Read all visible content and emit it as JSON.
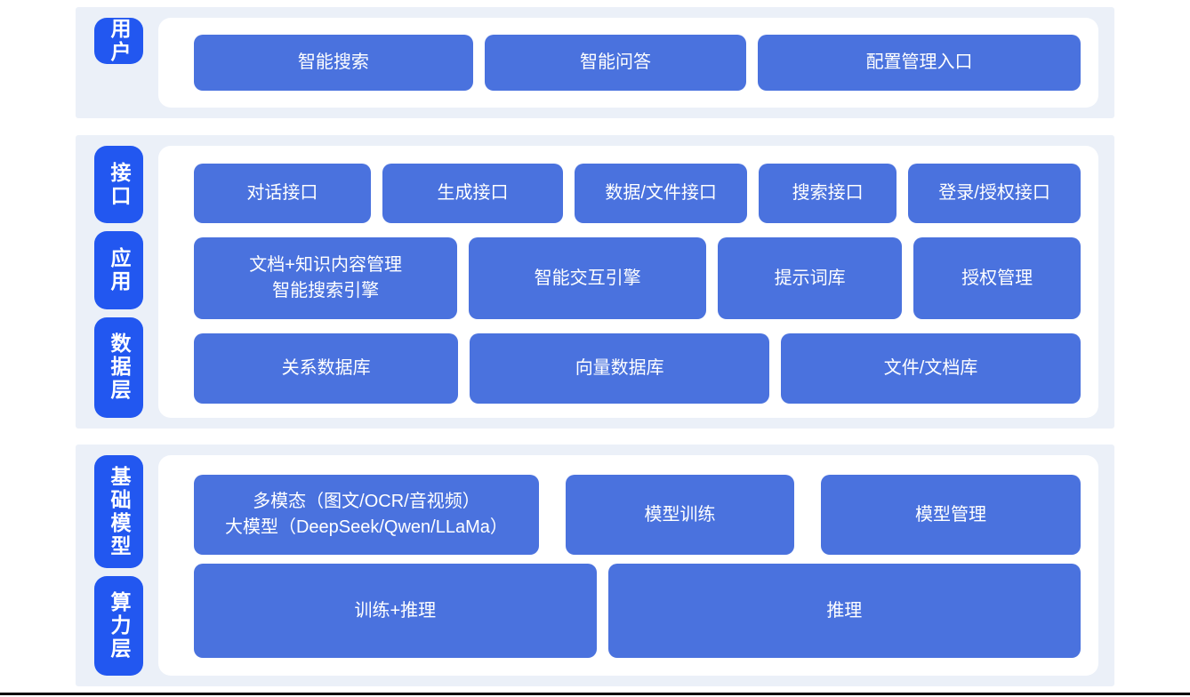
{
  "colors": {
    "page_bg": "#ffffff",
    "band_bg": "#ebf0f8",
    "label_bg": "#2257f0",
    "box_bg": "#4a72de",
    "box_text": "#ffffff",
    "rule_color": "#0c0c0c"
  },
  "sections": [
    {
      "labels": [
        {
          "text": "用户"
        }
      ],
      "rows": [
        {
          "boxes": [
            {
              "text": "智能搜索"
            },
            {
              "text": "智能问答"
            },
            {
              "text": "配置管理入口"
            }
          ]
        }
      ]
    },
    {
      "labels": [
        {
          "text": "接口"
        },
        {
          "text": "应用"
        },
        {
          "text": "数据层"
        }
      ],
      "rows": [
        {
          "boxes": [
            {
              "text": "对话接口"
            },
            {
              "text": "生成接口"
            },
            {
              "text": "数据/文件接口"
            },
            {
              "text": "搜索接口"
            },
            {
              "text": "登录/授权接口"
            }
          ]
        },
        {
          "boxes": [
            {
              "text": "文档+知识内容管理\n智能搜索引擎"
            },
            {
              "text": "智能交互引擎"
            },
            {
              "text": "提示词库"
            },
            {
              "text": "授权管理"
            }
          ]
        },
        {
          "boxes": [
            {
              "text": "关系数据库"
            },
            {
              "text": "向量数据库"
            },
            {
              "text": "文件/文档库"
            }
          ]
        }
      ]
    },
    {
      "labels": [
        {
          "text": "基础模型"
        },
        {
          "text": "算力层"
        }
      ],
      "rows": [
        {
          "boxes": [
            {
              "text": "多模态（图文/OCR/音视频）\n大模型（DeepSeek/Qwen/LLaMa）"
            },
            {
              "text": "模型训练"
            },
            {
              "text": "模型管理"
            }
          ]
        },
        {
          "boxes": [
            {
              "text": "训练+推理"
            },
            {
              "text": "推理"
            }
          ]
        }
      ]
    }
  ]
}
